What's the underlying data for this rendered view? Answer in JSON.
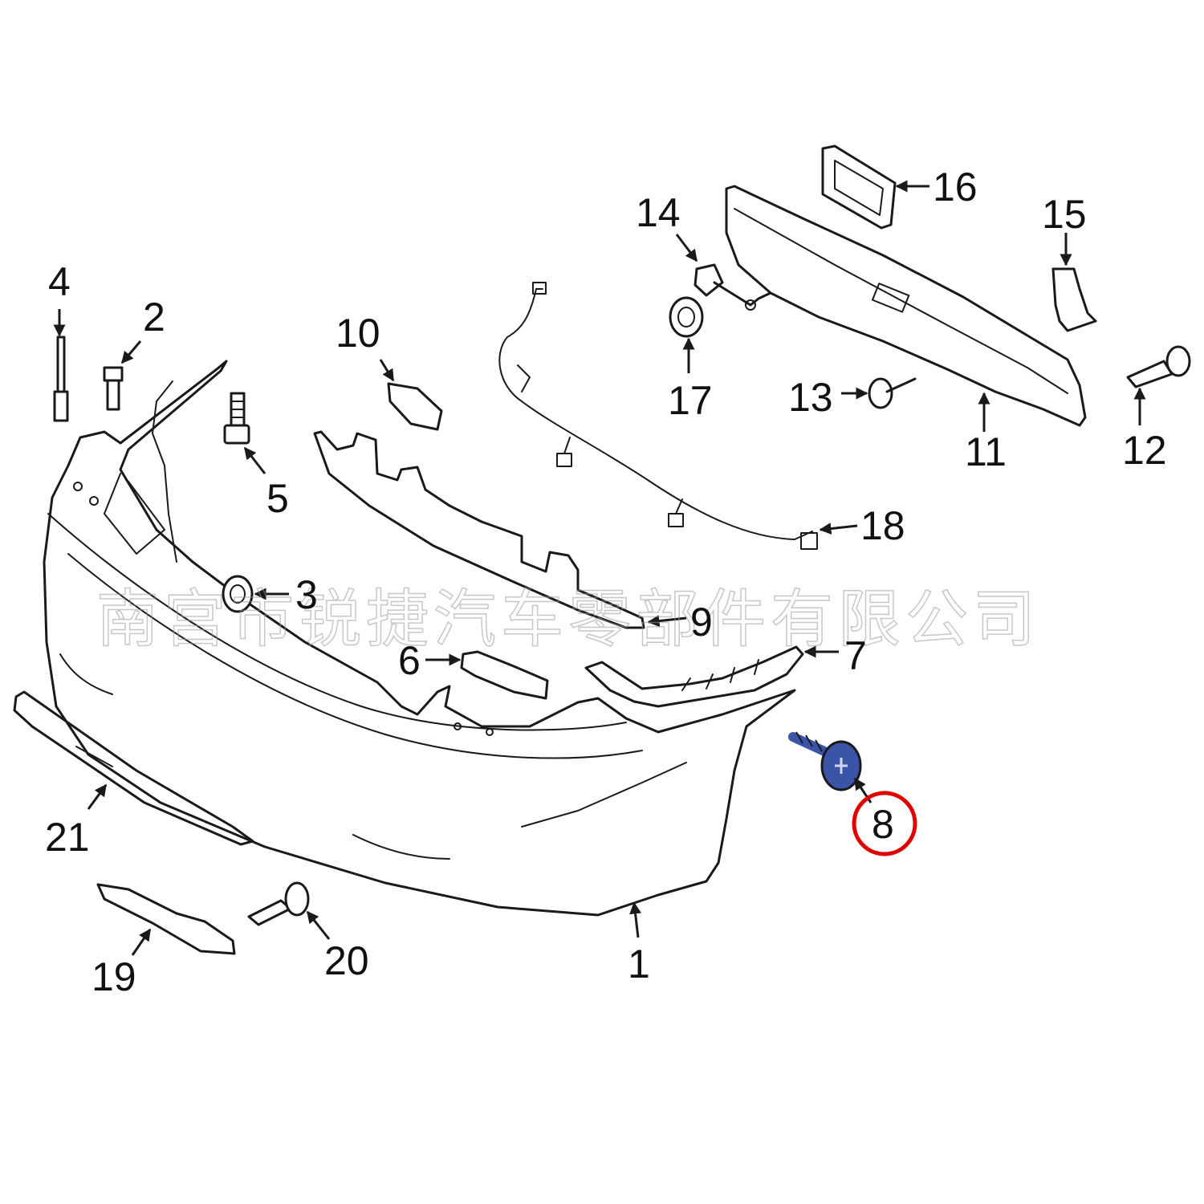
{
  "watermark": "南宫市锐捷汽车零部件有限公司",
  "highlight_color": "#e00000",
  "highlighted_part": "8",
  "part_color": "#3a55a8",
  "callouts": [
    "1",
    "2",
    "3",
    "4",
    "5",
    "6",
    "7",
    "8",
    "9",
    "10",
    "11",
    "12",
    "13",
    "14",
    "15",
    "16",
    "17",
    "18",
    "19",
    "20",
    "21"
  ]
}
